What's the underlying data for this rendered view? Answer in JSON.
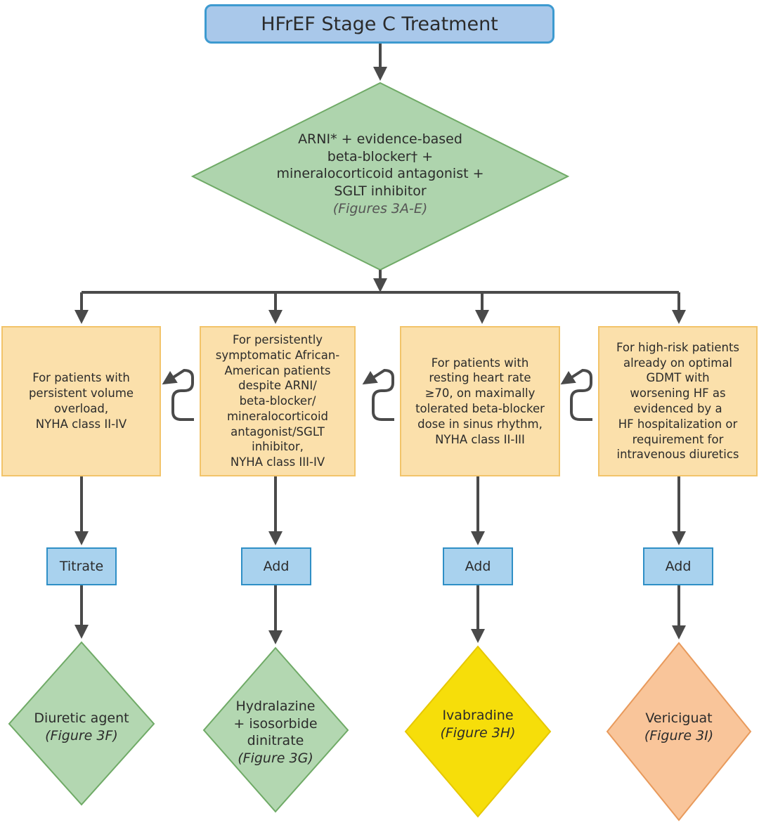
{
  "title": "HFrEF Stage C Treatment",
  "main_decision": {
    "lines": [
      "ARNI* + evidence-based",
      "beta-blocker† +",
      "mineralocorticoid antagonist +",
      "SGLT inhibitor"
    ],
    "ref": "(Figures 3A-E)",
    "fill": "#aed4ad",
    "stroke": "#6faa66"
  },
  "conditions": [
    {
      "text": "For patients with\npersistent volume\noverload,\nNYHA class II-IV"
    },
    {
      "text": "For persistently\nsymptomatic African-\nAmerican patients\ndespite ARNI/\nbeta-blocker/\nmineralocorticoid\nantagonist/SGLT\ninhibitor,\nNYHA class III-IV"
    },
    {
      "text": "For patients with\nresting heart rate\n≥70, on maximally\ntolerated beta-blocker\ndose in sinus rhythm,\nNYHA class II-III"
    },
    {
      "text": "For high-risk patients\nalready on optimal\nGDMT with\nworsening HF as\nevidenced by a\nHF hospitalization or\nrequirement for\nintravenous diuretics"
    }
  ],
  "actions": [
    "Titrate",
    "Add",
    "Add",
    "Add"
  ],
  "outcomes": [
    {
      "lines": [
        "Diuretic agent"
      ],
      "ref": "(Figure 3F)",
      "fill": "#b3d7b1",
      "stroke": "#6faa66"
    },
    {
      "lines": [
        "Hydralazine",
        "+ isosorbide",
        "dinitrate"
      ],
      "ref": "(Figure 3G)",
      "fill": "#b3d7b1",
      "stroke": "#6faa66"
    },
    {
      "lines": [
        "Ivabradine"
      ],
      "ref": "(Figure 3H)",
      "fill": "#f6de0a",
      "stroke": "#e6c700"
    },
    {
      "lines": [
        "Vericiguat"
      ],
      "ref": "(Figure 3I)",
      "fill": "#f9c59a",
      "stroke": "#e89a5c"
    }
  ],
  "colors": {
    "arrow": "#4a4a4a",
    "title_fill": "#a9c8ea",
    "condition_fill": "#fbe0ab",
    "action_fill": "#a9d2ee"
  }
}
